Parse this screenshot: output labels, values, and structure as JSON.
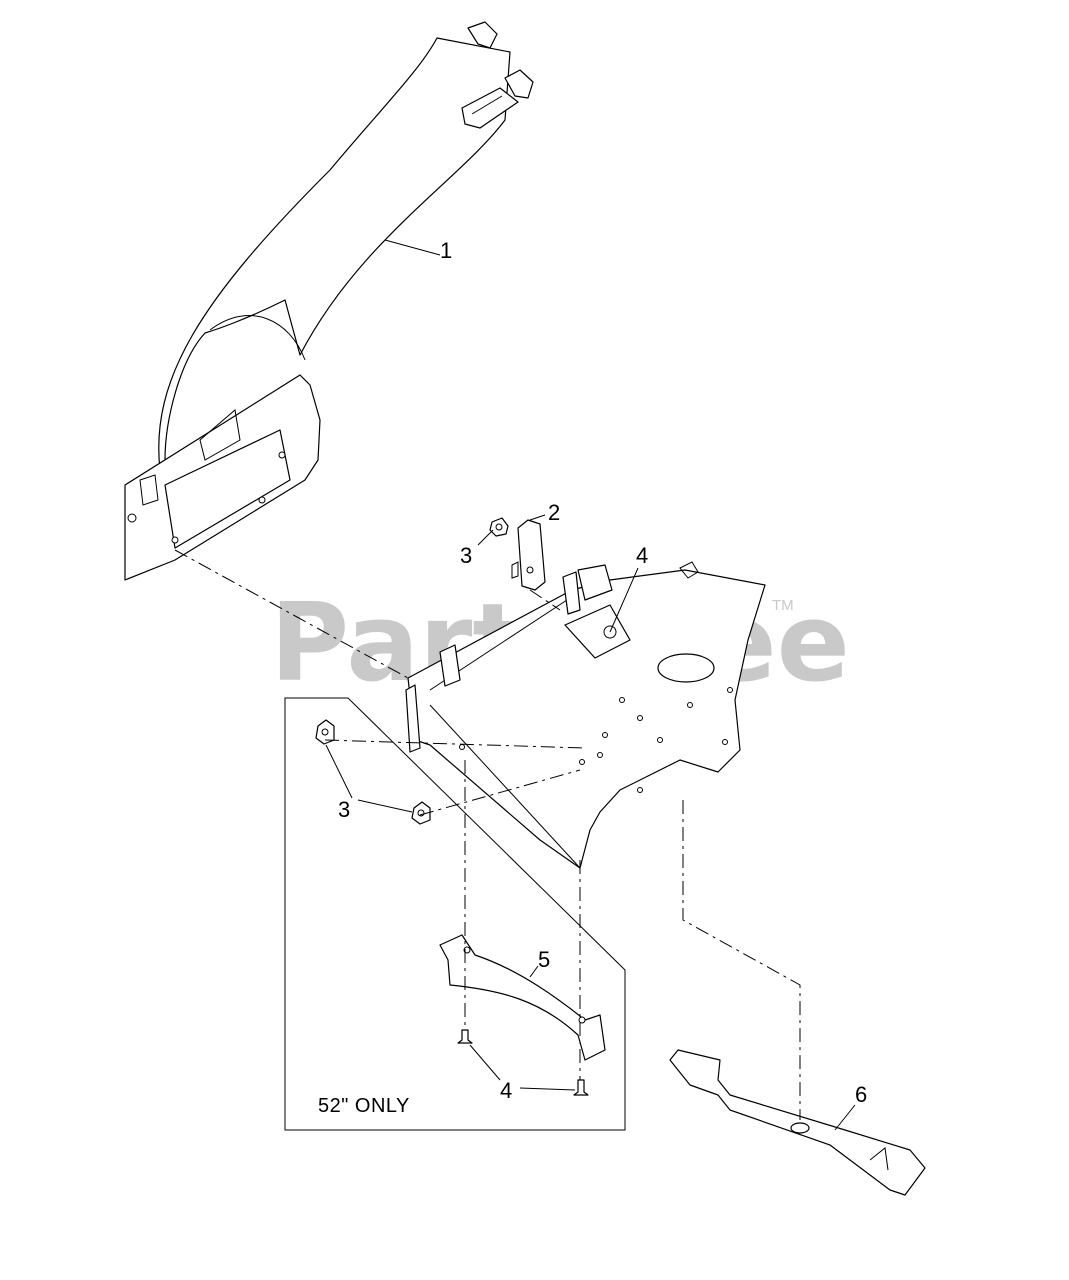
{
  "callouts": [
    {
      "id": "1",
      "text": "1"
    },
    {
      "id": "2",
      "text": "2"
    },
    {
      "id": "3a",
      "text": "3"
    },
    {
      "id": "4a",
      "text": "4"
    },
    {
      "id": "3b",
      "text": "3"
    },
    {
      "id": "5",
      "text": "5"
    },
    {
      "id": "4b",
      "text": "4"
    },
    {
      "id": "6",
      "text": "6"
    }
  ],
  "notes": {
    "box_label": "52\" ONLY"
  },
  "watermark": {
    "text": "PartsTree",
    "trademark": "TM",
    "color": "#c9c9c9"
  },
  "parts": [
    {
      "callout": "1",
      "name": "discharge-chute-tube"
    },
    {
      "callout": "2",
      "name": "bracket-plate"
    },
    {
      "callout": "3",
      "name": "flange-nut"
    },
    {
      "callout": "4",
      "name": "carriage-bolt"
    },
    {
      "callout": "5",
      "name": "curved-bracket"
    },
    {
      "callout": "6",
      "name": "mower-blade"
    }
  ]
}
